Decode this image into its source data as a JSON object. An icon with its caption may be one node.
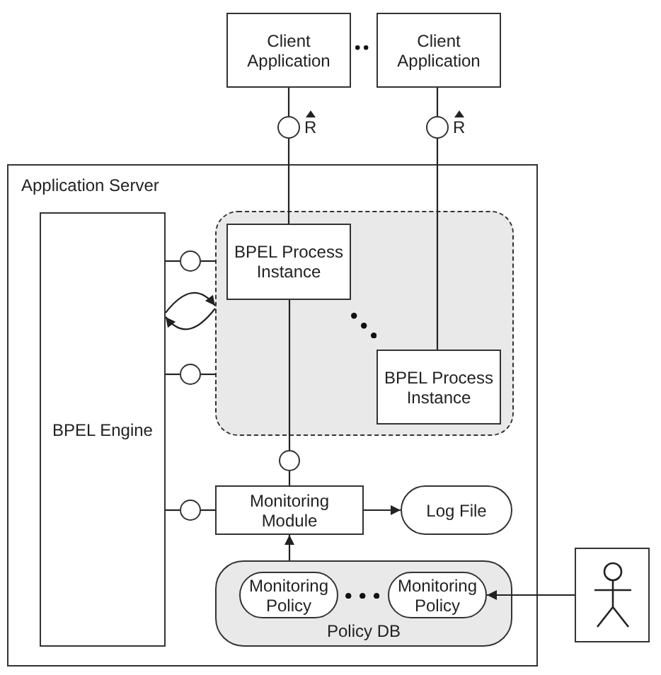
{
  "diagram": {
    "nodes": [
      {
        "text": [
          "Client Application"
        ]
      },
      {
        "text": [
          "Client Application"
        ]
      },
      {
        "text": [],
        "shape": "circle",
        "beside": [
          "R"
        ]
      },
      {
        "text": [],
        "shape": "circle",
        "beside": [
          "R"
        ]
      },
      {
        "text": [
          "Application Server"
        ]
      },
      {
        "text": [
          "BPEL Engine"
        ],
        "in": 4
      },
      {
        "text": [],
        "shape": "box",
        "in": 4
      },
      {
        "text": [
          "BPEL Process Instance"
        ],
        "in": 6
      },
      {
        "text": [
          "BPEL Process Instance"
        ],
        "in": 6
      },
      {
        "text": [],
        "shape": "circle",
        "in": 4
      },
      {
        "text": [],
        "shape": "circle",
        "in": 4
      },
      {
        "text": [],
        "shape": "circle",
        "in": 4
      },
      {
        "text": [],
        "shape": "circle",
        "in": 4
      },
      {
        "text": [
          "Monitoring Module"
        ],
        "in": 4
      },
      {
        "text": [
          "Log File"
        ],
        "in": 4
      },
      {
        "text": [
          "Policy DB"
        ],
        "in": 4
      },
      {
        "text": [
          "Monitoring Policy"
        ],
        "in": 15
      },
      {
        "text": [
          "Monitoring Policy"
        ],
        "in": 15
      },
      {
        "text": [],
        "shape": "person"
      }
    ],
    "edges": [
      {
        "from": 0,
        "to": 2,
        "arrow": "none"
      },
      {
        "from": 2,
        "to": 7,
        "arrow": "none"
      },
      {
        "from": 1,
        "to": 3,
        "arrow": "none"
      },
      {
        "from": 3,
        "to": 8,
        "arrow": "none"
      },
      {
        "from": 5,
        "to": 9,
        "arrow": "none"
      },
      {
        "from": 9,
        "to": 6,
        "arrow": "none"
      },
      {
        "from": 5,
        "to": 6,
        "arrow": "to"
      },
      {
        "from": 6,
        "to": 5,
        "arrow": "to"
      },
      {
        "from": 5,
        "to": 10,
        "arrow": "none"
      },
      {
        "from": 10,
        "to": 6,
        "arrow": "none"
      },
      {
        "from": 7,
        "to": 11,
        "arrow": "none"
      },
      {
        "from": 11,
        "to": 13,
        "arrow": "none"
      },
      {
        "from": 5,
        "to": 12,
        "arrow": "none"
      },
      {
        "from": 12,
        "to": 13,
        "arrow": "none"
      },
      {
        "from": 13,
        "to": 14,
        "arrow": "to"
      },
      {
        "from": 15,
        "to": 13,
        "arrow": "to"
      },
      {
        "from": 18,
        "to": 17,
        "arrow": "to"
      }
    ]
  }
}
